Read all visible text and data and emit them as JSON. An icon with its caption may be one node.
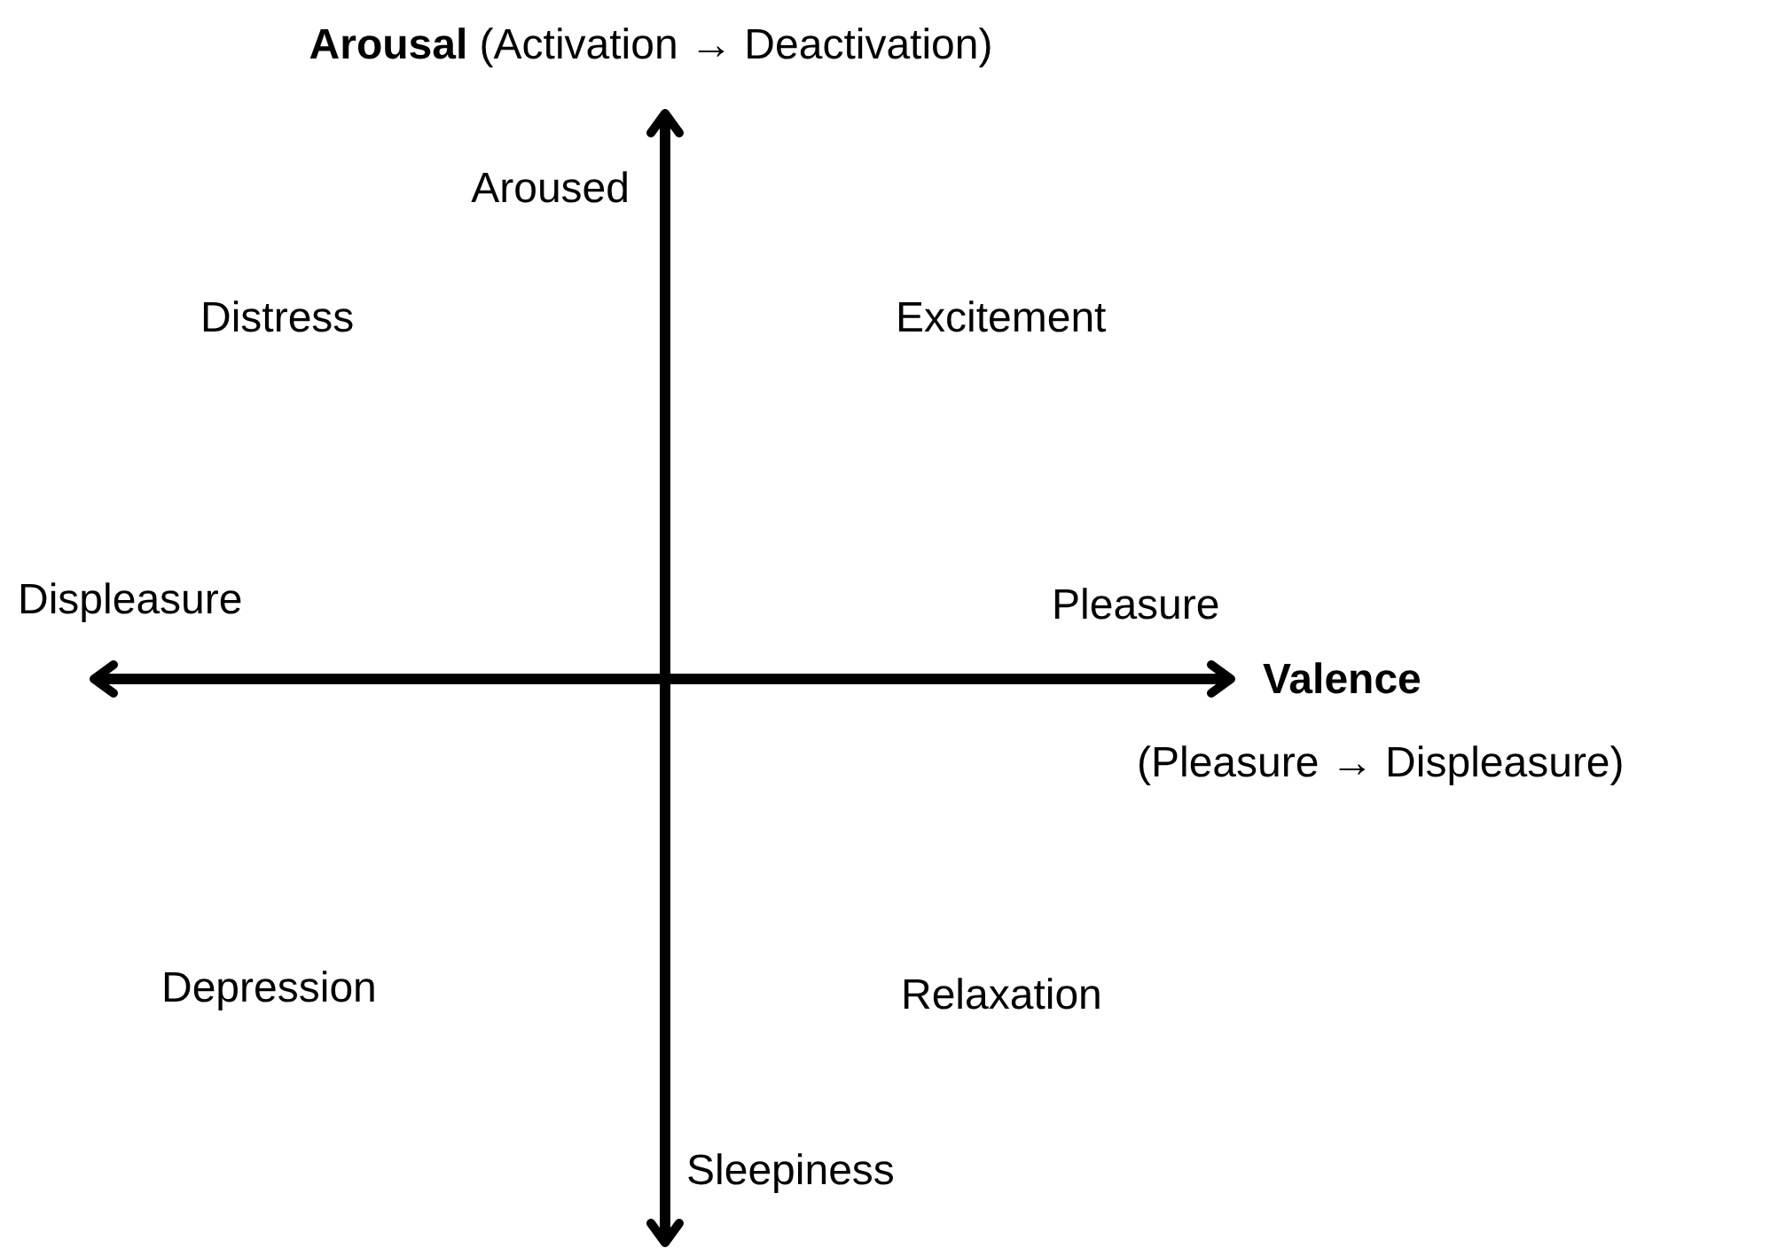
{
  "diagram": {
    "labels": [
      "**Arousal** (Activation → Deactivation)",
      "Aroused",
      "Distress",
      "Excitement",
      "Displeasure",
      "Pleasure",
      "Valence",
      "(Pleasure → Displeasure)",
      "Depression",
      "Relaxation",
      "Sleepiness"
    ]
  }
}
